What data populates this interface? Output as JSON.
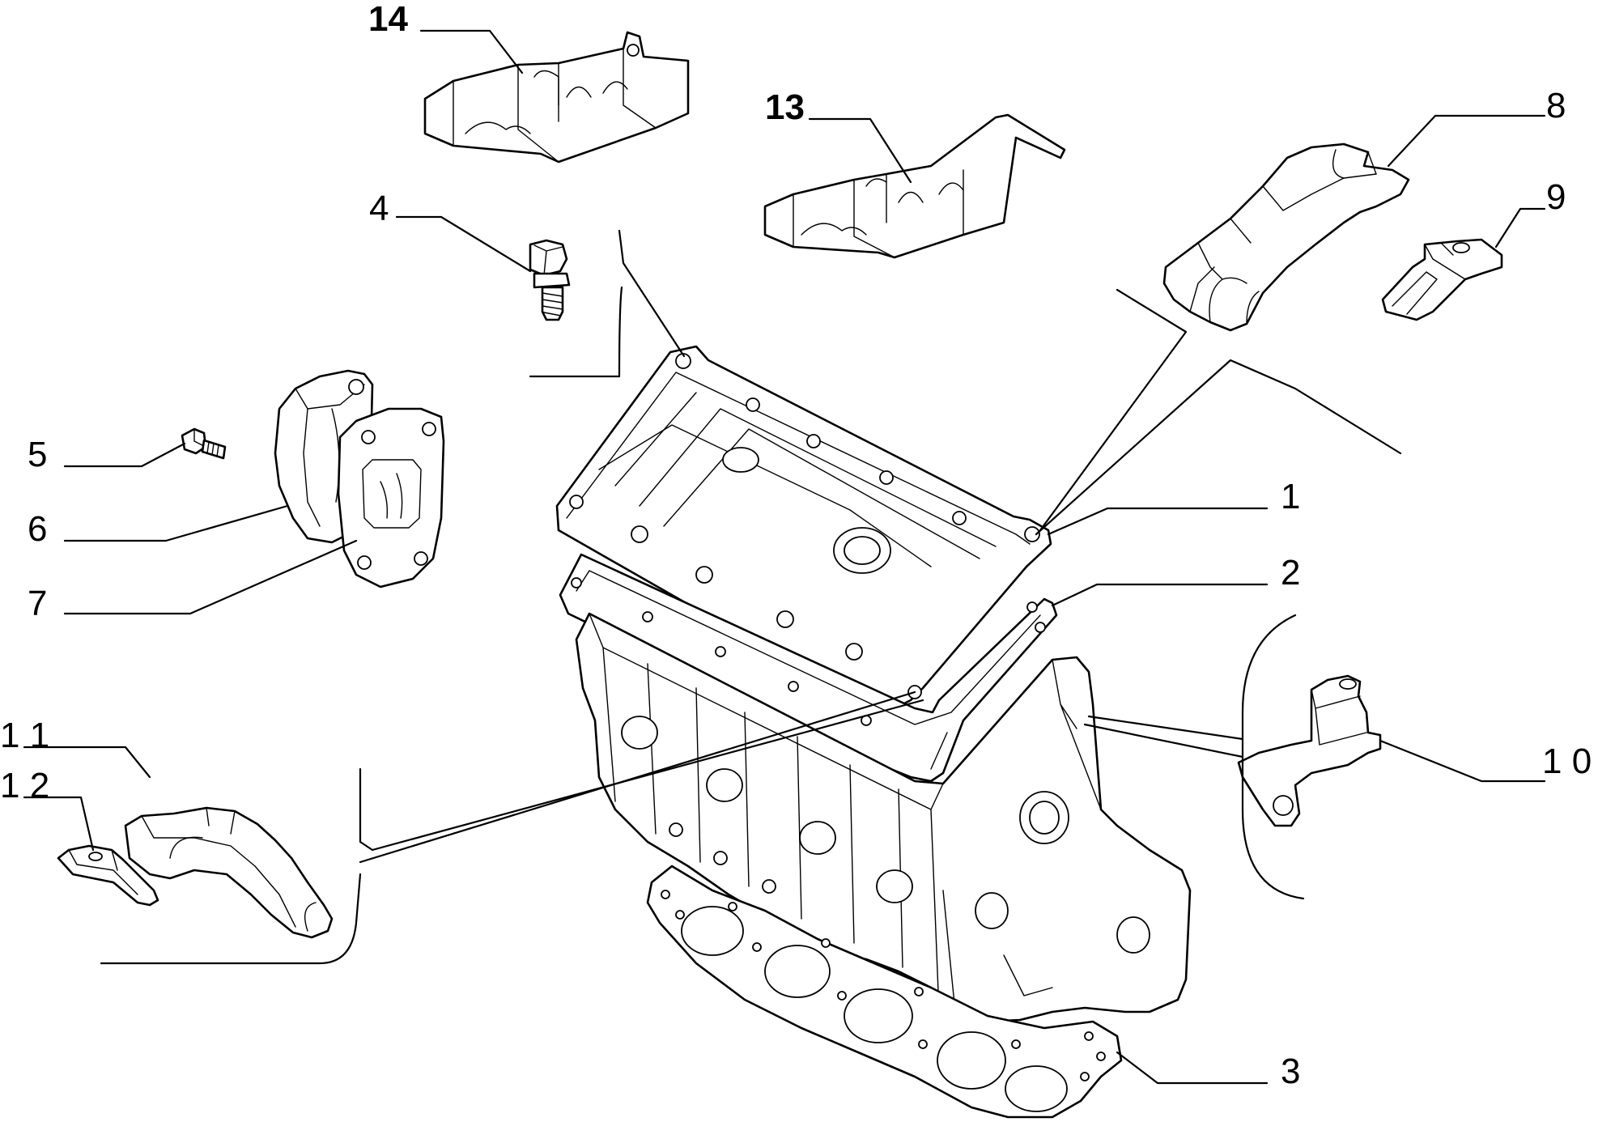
{
  "diagram": {
    "callouts": [
      {
        "id": "1",
        "label": "1"
      },
      {
        "id": "2",
        "label": "2"
      },
      {
        "id": "3",
        "label": "3"
      },
      {
        "id": "4",
        "label": "4"
      },
      {
        "id": "5",
        "label": "5"
      },
      {
        "id": "6",
        "label": "6"
      },
      {
        "id": "7",
        "label": "7"
      },
      {
        "id": "8",
        "label": "8"
      },
      {
        "id": "9",
        "label": "9"
      },
      {
        "id": "10",
        "label": "1 0"
      },
      {
        "id": "11",
        "label": "1 1"
      },
      {
        "id": "12",
        "label": "1 2"
      },
      {
        "id": "13",
        "label": "13"
      },
      {
        "id": "14",
        "label": "14"
      }
    ]
  }
}
